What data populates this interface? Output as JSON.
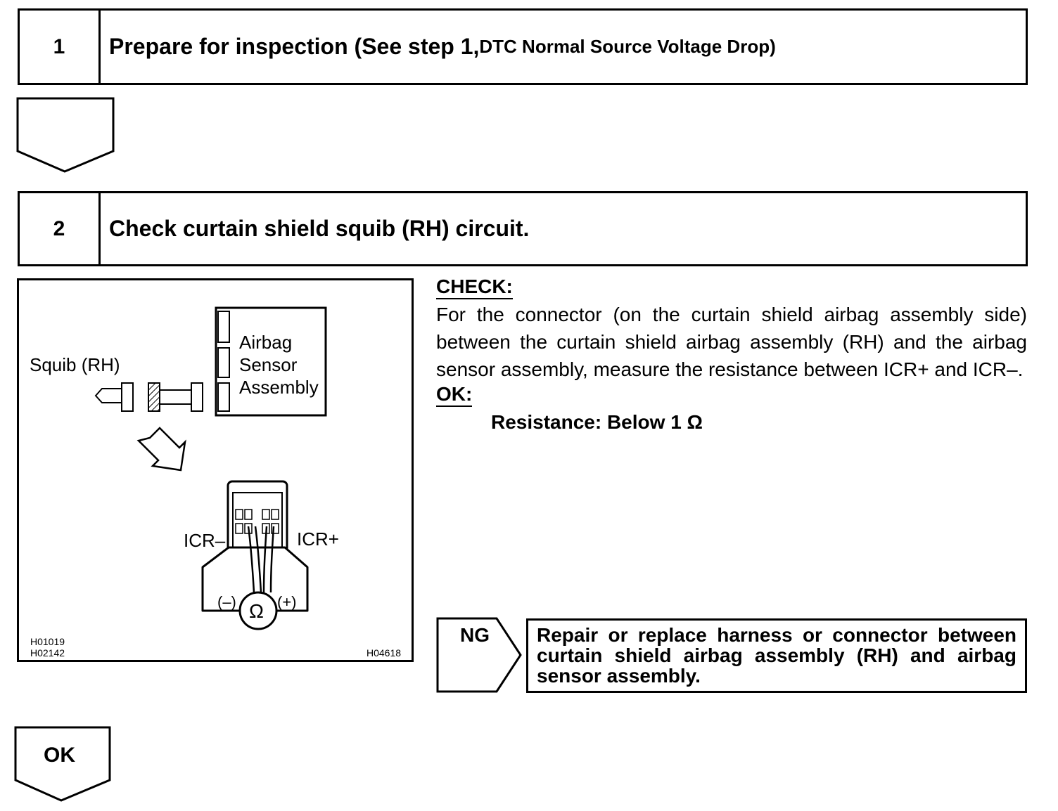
{
  "steps": [
    {
      "number": "1",
      "title_main": "Prepare for inspection (See step 1, ",
      "title_ref": "DTC Normal Source Voltage Drop)"
    },
    {
      "number": "2",
      "title_main": "Check curtain shield squib (RH) circuit."
    }
  ],
  "figure": {
    "squib_label": "Squib (RH)",
    "sensor_line1": "Airbag",
    "sensor_line2": "Sensor",
    "sensor_line3": "Assembly",
    "icr_minus": "ICR–",
    "icr_plus": "ICR+",
    "probe_minus": "(–)",
    "probe_plus": "(+)",
    "ohm_symbol": "Ω",
    "code_1": "H01019",
    "code_2": "H02142",
    "code_3": "H04618"
  },
  "check": {
    "heading": "CHECK:",
    "text": "For the connector (on the curtain shield airbag assembly side) between the curtain shield airbag assembly (RH) and the airbag sensor assembly, measure the resistance between ICR+ and ICR–.",
    "ok_heading": "OK:",
    "spec": "Resistance: Below 1 Ω"
  },
  "ng": {
    "label": "NG",
    "action": "Repair or replace harness or connector between curtain shield airbag assembly (RH) and airbag sensor assembly."
  },
  "ok": {
    "label": "OK"
  }
}
